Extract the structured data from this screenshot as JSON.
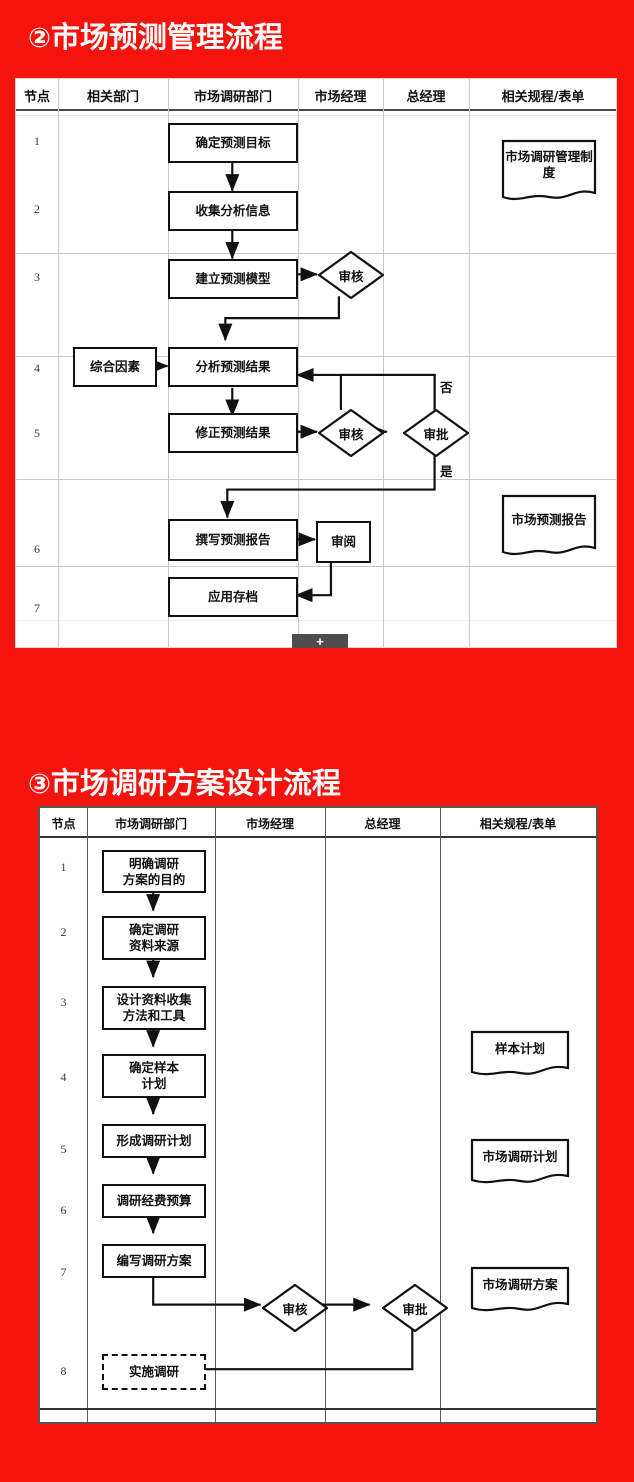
{
  "background_color": "#F5130E",
  "slides": [
    {
      "id": "slide-2",
      "title_number": "②",
      "title_text": "市场预测管理流程",
      "table": {
        "columns": [
          "节点",
          "相关部门",
          "市场调研部门",
          "市场经理",
          "总经理",
          "相关规程/表单"
        ],
        "row_numbers": [
          "1",
          "2",
          "3",
          "4",
          "5",
          "6",
          "7"
        ]
      },
      "nodes": {
        "n1": "确定预测目标",
        "n2": "收集分析信息",
        "n3": "建立预测模型",
        "n4_left": "综合因素",
        "n4": "分析预测结果",
        "n5": "修正预测结果",
        "n6": "撰写预测报告",
        "n7": "应用存档",
        "d3": "审核",
        "d5": "审核",
        "d5b": "审批",
        "r6": "审阅"
      },
      "branch_labels": {
        "no": "否",
        "yes": "是"
      },
      "documents": [
        "市场调研管理制度",
        "市场预测报告"
      ],
      "plus_button": "+"
    },
    {
      "id": "slide-3",
      "title_number": "③",
      "title_text": "市场调研方案设计流程",
      "table": {
        "columns": [
          "节点",
          "市场调研部门",
          "市场经理",
          "总经理",
          "相关规程/表单"
        ],
        "row_numbers": [
          "1",
          "2",
          "3",
          "4",
          "5",
          "6",
          "7",
          "8"
        ]
      },
      "nodes": {
        "n1": "明确调研\n方案的目的",
        "n2": "确定调研\n资料来源",
        "n3": "设计资料收集\n方法和工具",
        "n4": "确定样本\n计划",
        "n5": "形成调研计划",
        "n6": "调研经费预算",
        "n7": "编写调研方案",
        "n8": "实施调研",
        "d1": "审核",
        "d2": "审批"
      },
      "documents": [
        "样本计划",
        "市场调研计划",
        "市场调研方案"
      ]
    }
  ]
}
